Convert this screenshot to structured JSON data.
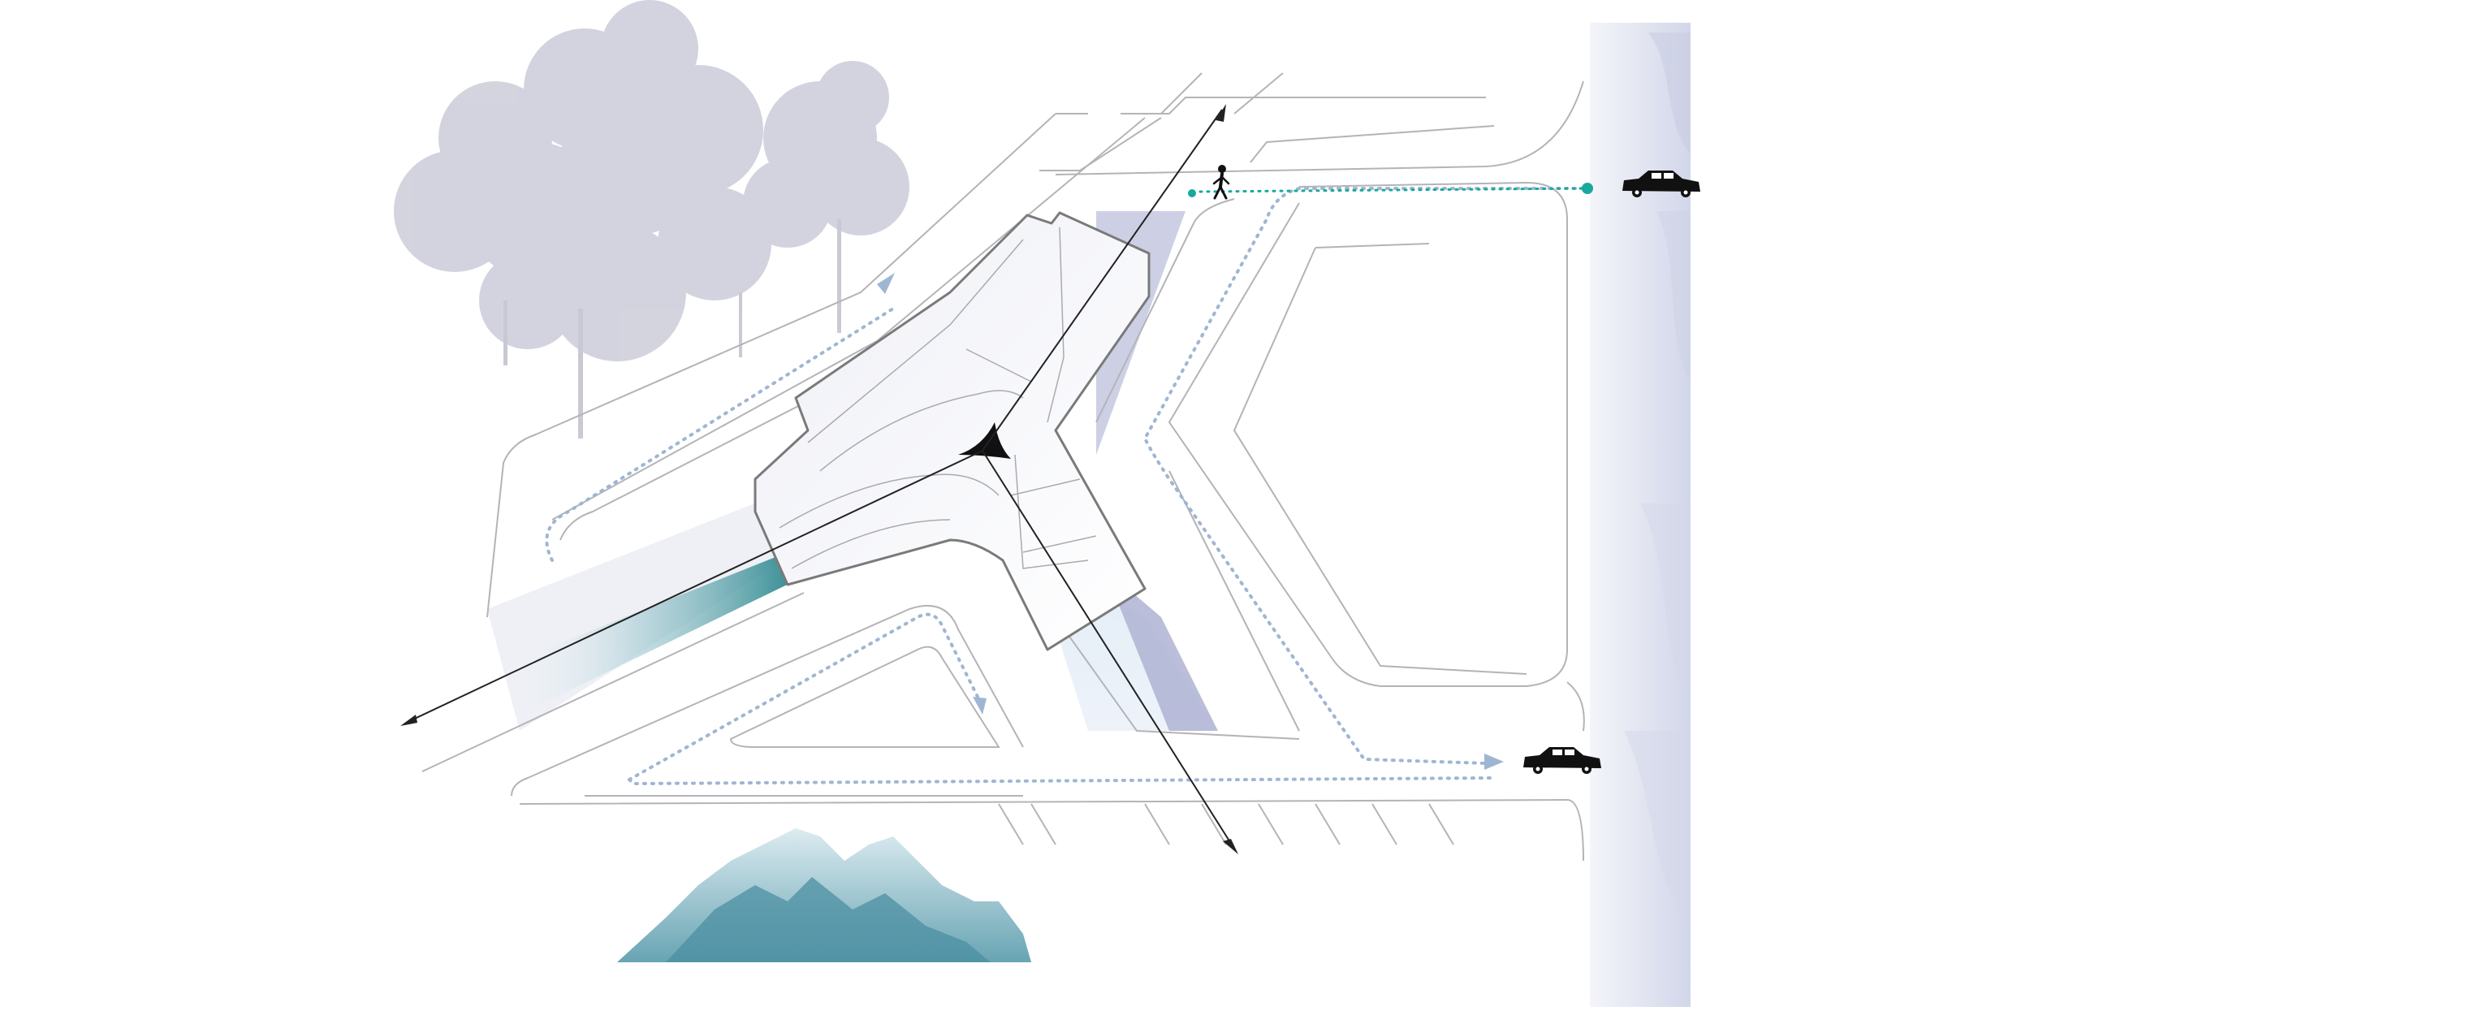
{
  "diagram": {
    "kind": "architectural site circulation diagram",
    "labels": []
  },
  "elements": {
    "building": "y-shaped-building",
    "pedestrian": "pedestrian-icon",
    "cars": [
      "car-icon-top",
      "car-icon-bottom"
    ],
    "trees": "tree-cluster",
    "mountains": "mountain-silhouette",
    "axes": [
      "axis-arrow-ne",
      "axis-arrow-sw",
      "axis-arrow-se"
    ]
  },
  "colors": {
    "line": "#8a8a8a",
    "building_outline": "#777777",
    "road_line": "#b0b0b4",
    "path_blue": "#7b9bc4",
    "accent_teal": "#1aa89c",
    "teal_shadow": "#2e8a92",
    "lavender": "#b8bcd8",
    "tree_gray": "#c9c9d6",
    "mountain_teal": "#6ea6b5",
    "axis": "#222222",
    "car": "#111111"
  }
}
